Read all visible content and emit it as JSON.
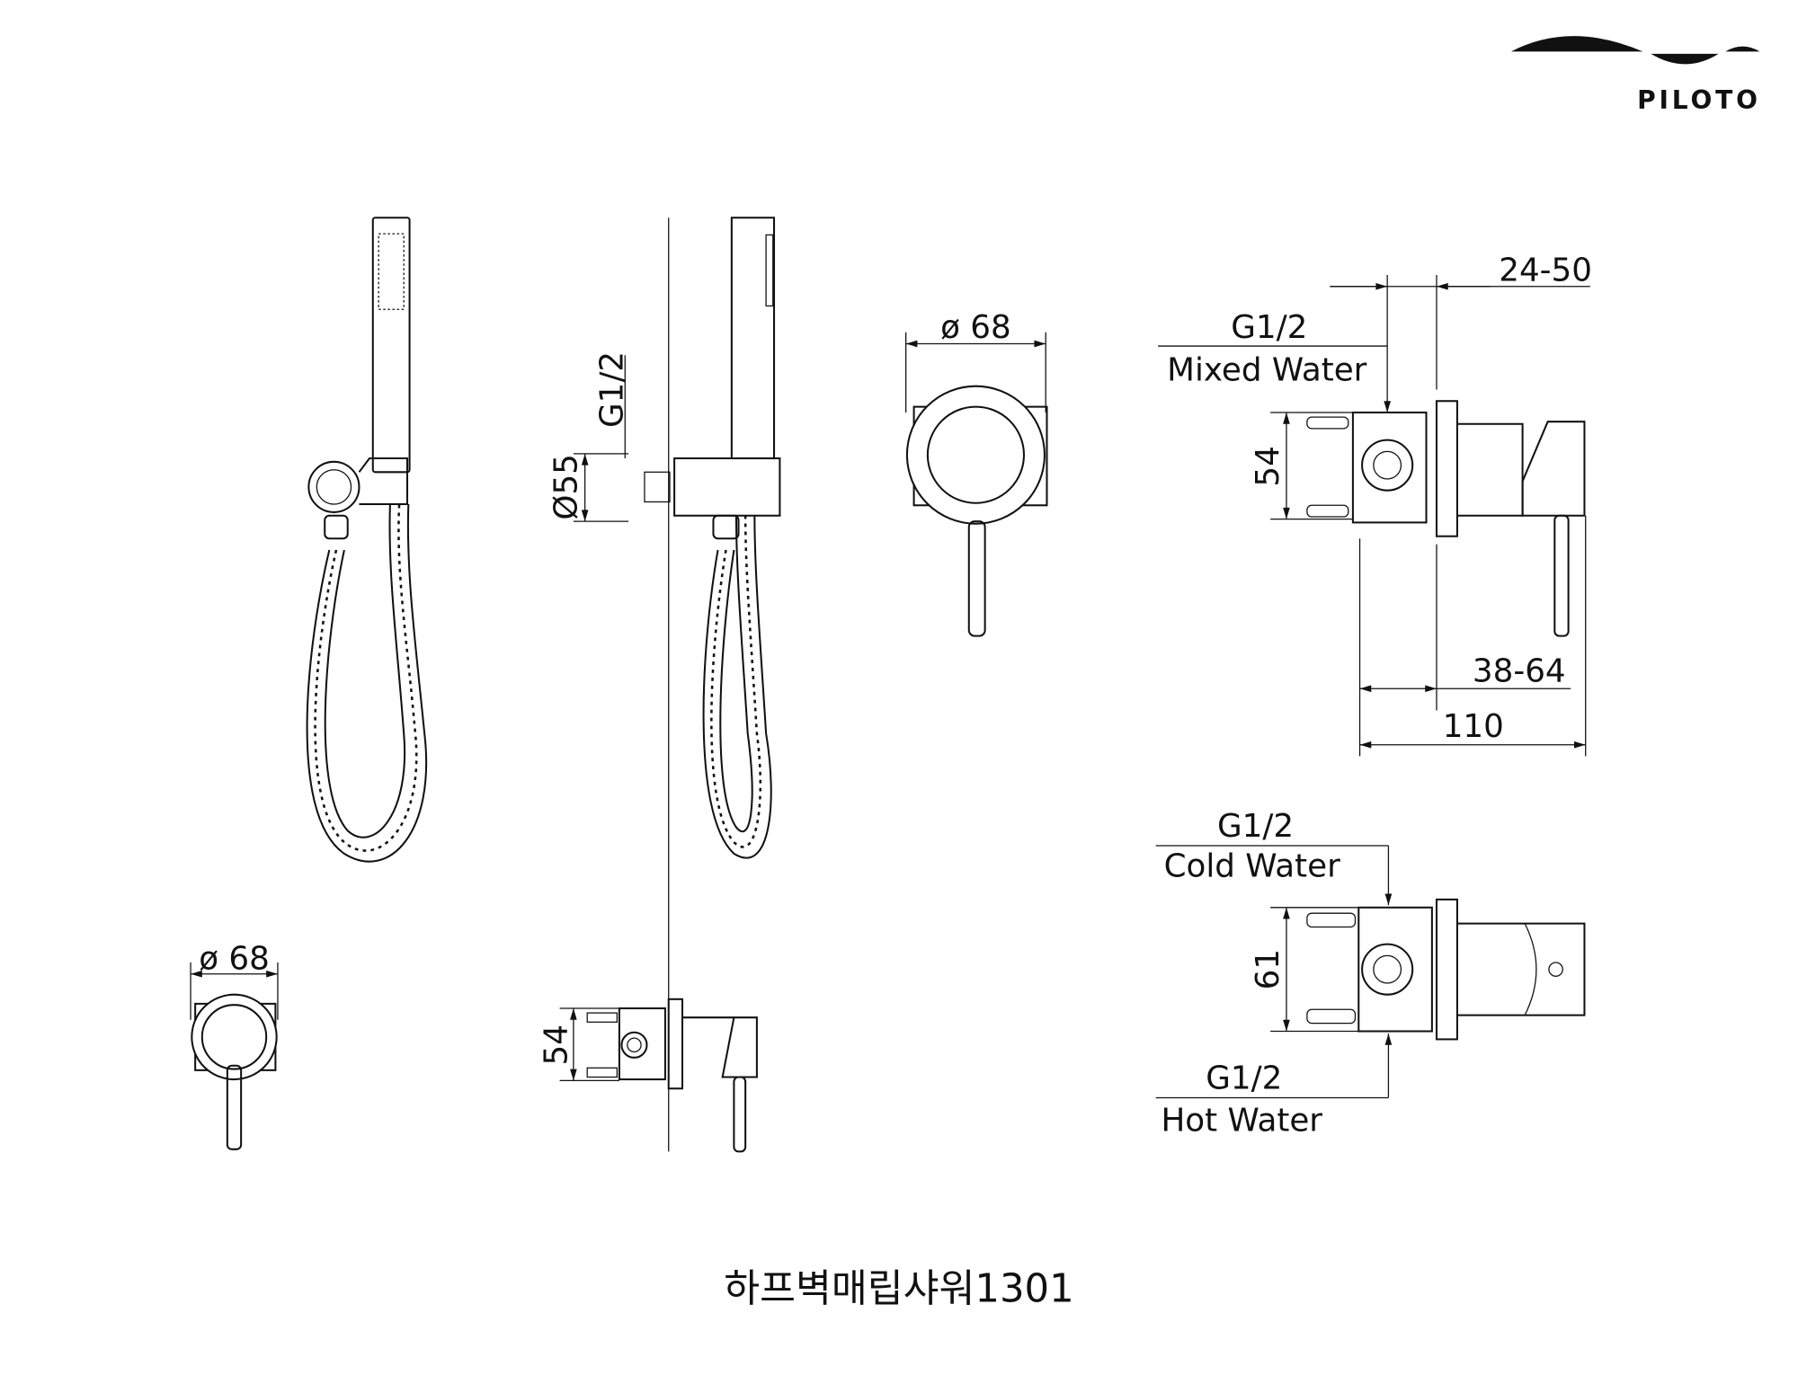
{
  "brand": {
    "logo_text": "PILOTO"
  },
  "title": "하프벽매립샤워1301",
  "front_view": {
    "diameter": "ø 68"
  },
  "front_view_small": {
    "diameter": "ø 68"
  },
  "side_view": {
    "thread": "G1/2",
    "outlet_diameter": "Ø55",
    "valve_height": "54"
  },
  "mixer_side": {
    "wall_range_top": "24-50",
    "outlet_thread": "G1/2",
    "outlet_label": "Mixed Water",
    "height": "54",
    "depth_range": "38-64",
    "total_depth": "110"
  },
  "mixer_bottom": {
    "cold_thread": "G1/2",
    "cold_label": "Cold Water",
    "height": "61",
    "hot_thread": "G1/2",
    "hot_label": "Hot Water"
  }
}
